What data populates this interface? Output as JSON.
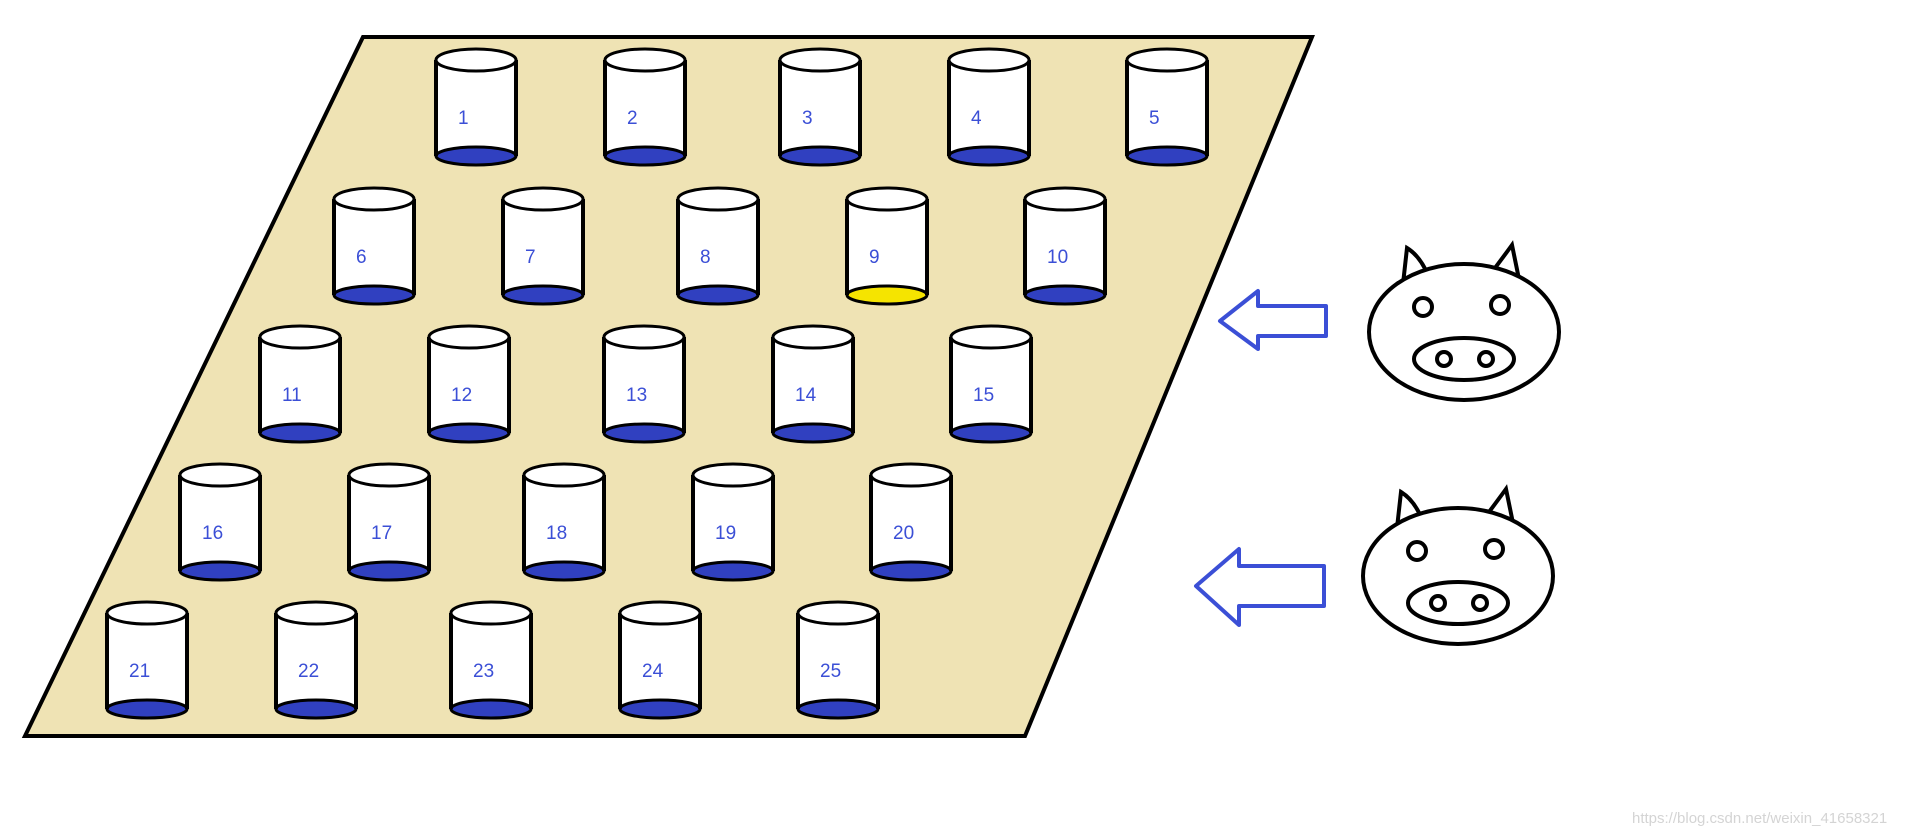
{
  "colors": {
    "board_fill": "#efe3b4",
    "outline": "#000000",
    "liquid_normal": "#3040c0",
    "liquid_highlight": "#f5e400",
    "label_text": "#3b4fd6",
    "arrow": "#3b4fd6"
  },
  "buckets": [
    {
      "label": "1",
      "highlighted": false
    },
    {
      "label": "2",
      "highlighted": false
    },
    {
      "label": "3",
      "highlighted": false
    },
    {
      "label": "4",
      "highlighted": false
    },
    {
      "label": "5",
      "highlighted": false
    },
    {
      "label": "6",
      "highlighted": false
    },
    {
      "label": "7",
      "highlighted": false
    },
    {
      "label": "8",
      "highlighted": false
    },
    {
      "label": "9",
      "highlighted": true
    },
    {
      "label": "10",
      "highlighted": false
    },
    {
      "label": "11",
      "highlighted": false
    },
    {
      "label": "12",
      "highlighted": false
    },
    {
      "label": "13",
      "highlighted": false
    },
    {
      "label": "14",
      "highlighted": false
    },
    {
      "label": "15",
      "highlighted": false
    },
    {
      "label": "16",
      "highlighted": false
    },
    {
      "label": "17",
      "highlighted": false
    },
    {
      "label": "18",
      "highlighted": false
    },
    {
      "label": "19",
      "highlighted": false
    },
    {
      "label": "20",
      "highlighted": false
    },
    {
      "label": "21",
      "highlighted": false
    },
    {
      "label": "22",
      "highlighted": false
    },
    {
      "label": "23",
      "highlighted": false
    },
    {
      "label": "24",
      "highlighted": false
    },
    {
      "label": "25",
      "highlighted": false
    }
  ],
  "pigs": [
    {
      "icon": "pig-icon"
    },
    {
      "icon": "pig-icon"
    }
  ],
  "arrows": [
    {
      "icon": "arrow-left-icon"
    },
    {
      "icon": "arrow-left-icon"
    }
  ],
  "watermark": "https://blog.csdn.net/weixin_41658321"
}
